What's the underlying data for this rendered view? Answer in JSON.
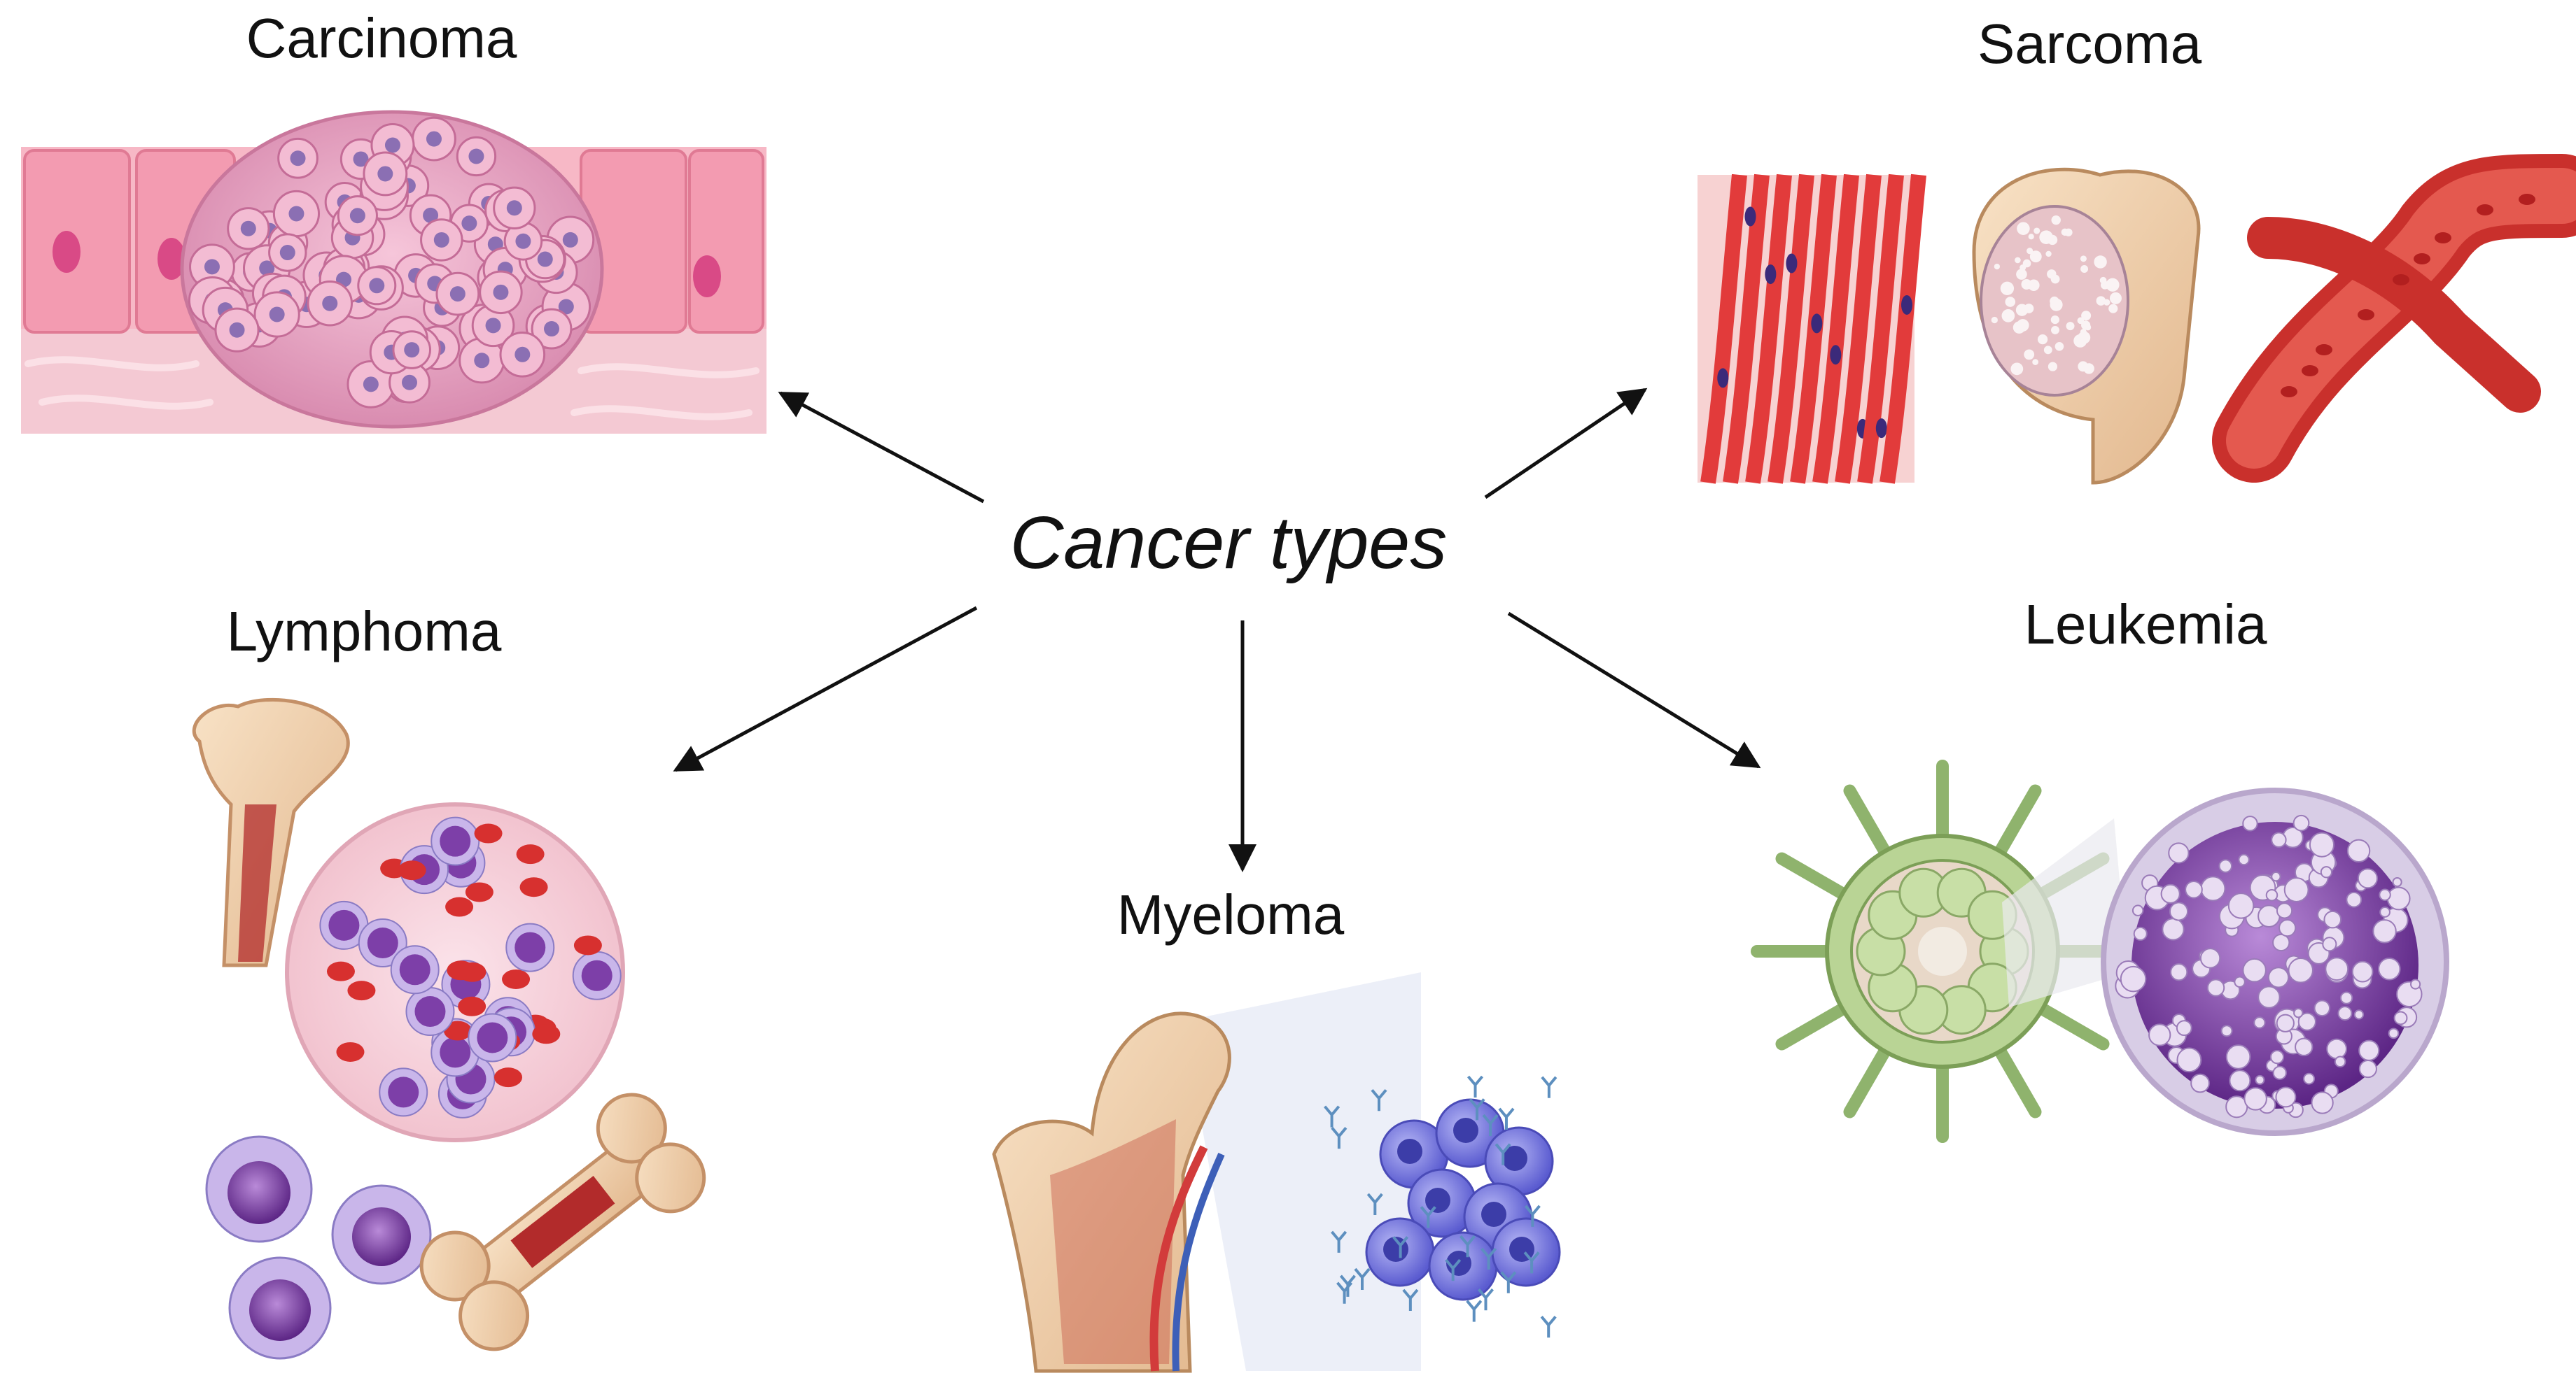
{
  "center": {
    "label": "Cancer types"
  },
  "types": [
    {
      "id": "carcinoma",
      "label": "Carcinoma"
    },
    {
      "id": "sarcoma",
      "label": "Sarcoma"
    },
    {
      "id": "lymphoma",
      "label": "Lymphoma"
    },
    {
      "id": "myeloma",
      "label": "Myeloma"
    },
    {
      "id": "leukemia",
      "label": "Leukemia"
    }
  ],
  "colors": {
    "arrow": "#111111",
    "epithelium": "#f4a7b9",
    "tumor": "#e9a7c6",
    "nucleus": "#8b6fb3",
    "muscle": "#e23b3b",
    "blood": "#c9302c",
    "bone": "#f1d3b0",
    "marrow": "#b22b2b",
    "lymph_node": "#8fb36d",
    "blast": "#7d3fa8",
    "plasma_cell": "#7a7be0"
  }
}
